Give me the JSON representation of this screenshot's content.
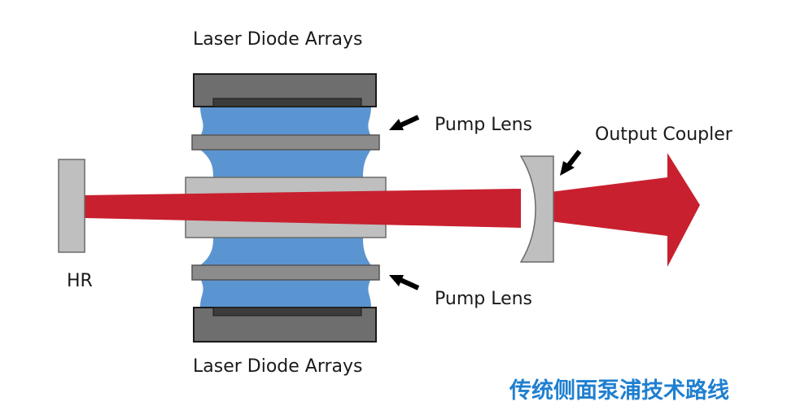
{
  "labels": {
    "laser_diode_top": "Laser Diode Arrays",
    "laser_diode_bottom": "Laser Diode Arrays",
    "pump_lens_top": "Pump Lens",
    "pump_lens_bottom": "Pump Lens",
    "output_coupler": "Output Coupler",
    "hr": "HR"
  },
  "caption": "传统侧面泵浦技术路线",
  "colors": {
    "beam": "#c8202f",
    "pump_light": "#5b95d1",
    "diode_housing": "#6e6e6e",
    "diode_emitter": "#3c3c3c",
    "optic_gray": "#bfbfbf",
    "lens_gray": "#8c8c8c",
    "caption": "#1f7fd0"
  }
}
